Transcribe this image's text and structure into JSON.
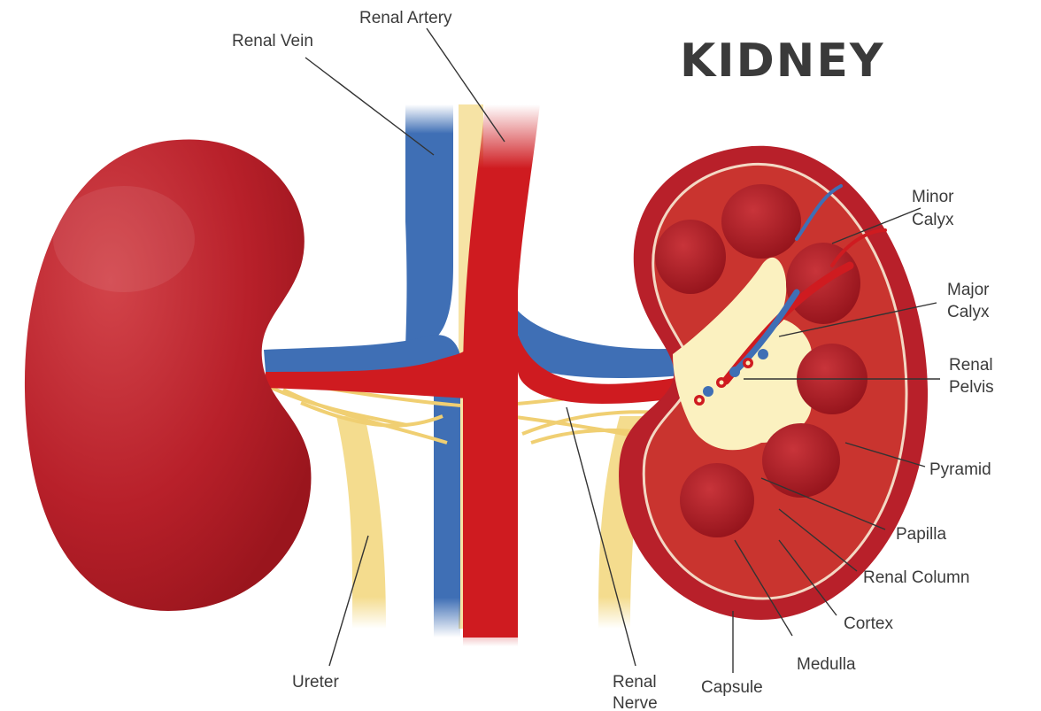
{
  "title": "KIDNEY",
  "labels": {
    "renal_vein": "Renal Vein",
    "renal_artery": "Renal Artery",
    "minor_calyx": [
      "Minor",
      "Calyx"
    ],
    "major_calyx": [
      "Major",
      "Calyx"
    ],
    "renal_pelvis": [
      "Renal",
      "Pelvis"
    ],
    "pyramid": "Pyramid",
    "papilla": "Papilla",
    "renal_column": "Renal Column",
    "cortex": "Cortex",
    "medulla": "Medulla",
    "capsule": "Capsule",
    "renal_nerve": [
      "Renal",
      "Nerve"
    ],
    "ureter": "Ureter"
  },
  "colors": {
    "kidney_red": "#b8202a",
    "kidney_dark": "#8f1119",
    "artery_red": "#cf1b20",
    "vein_blue": "#3f6fb5",
    "nerve_yellow": "#f4dc8e",
    "pelvis_cream": "#fbf1c0",
    "cortex_inner": "#c23a35"
  }
}
